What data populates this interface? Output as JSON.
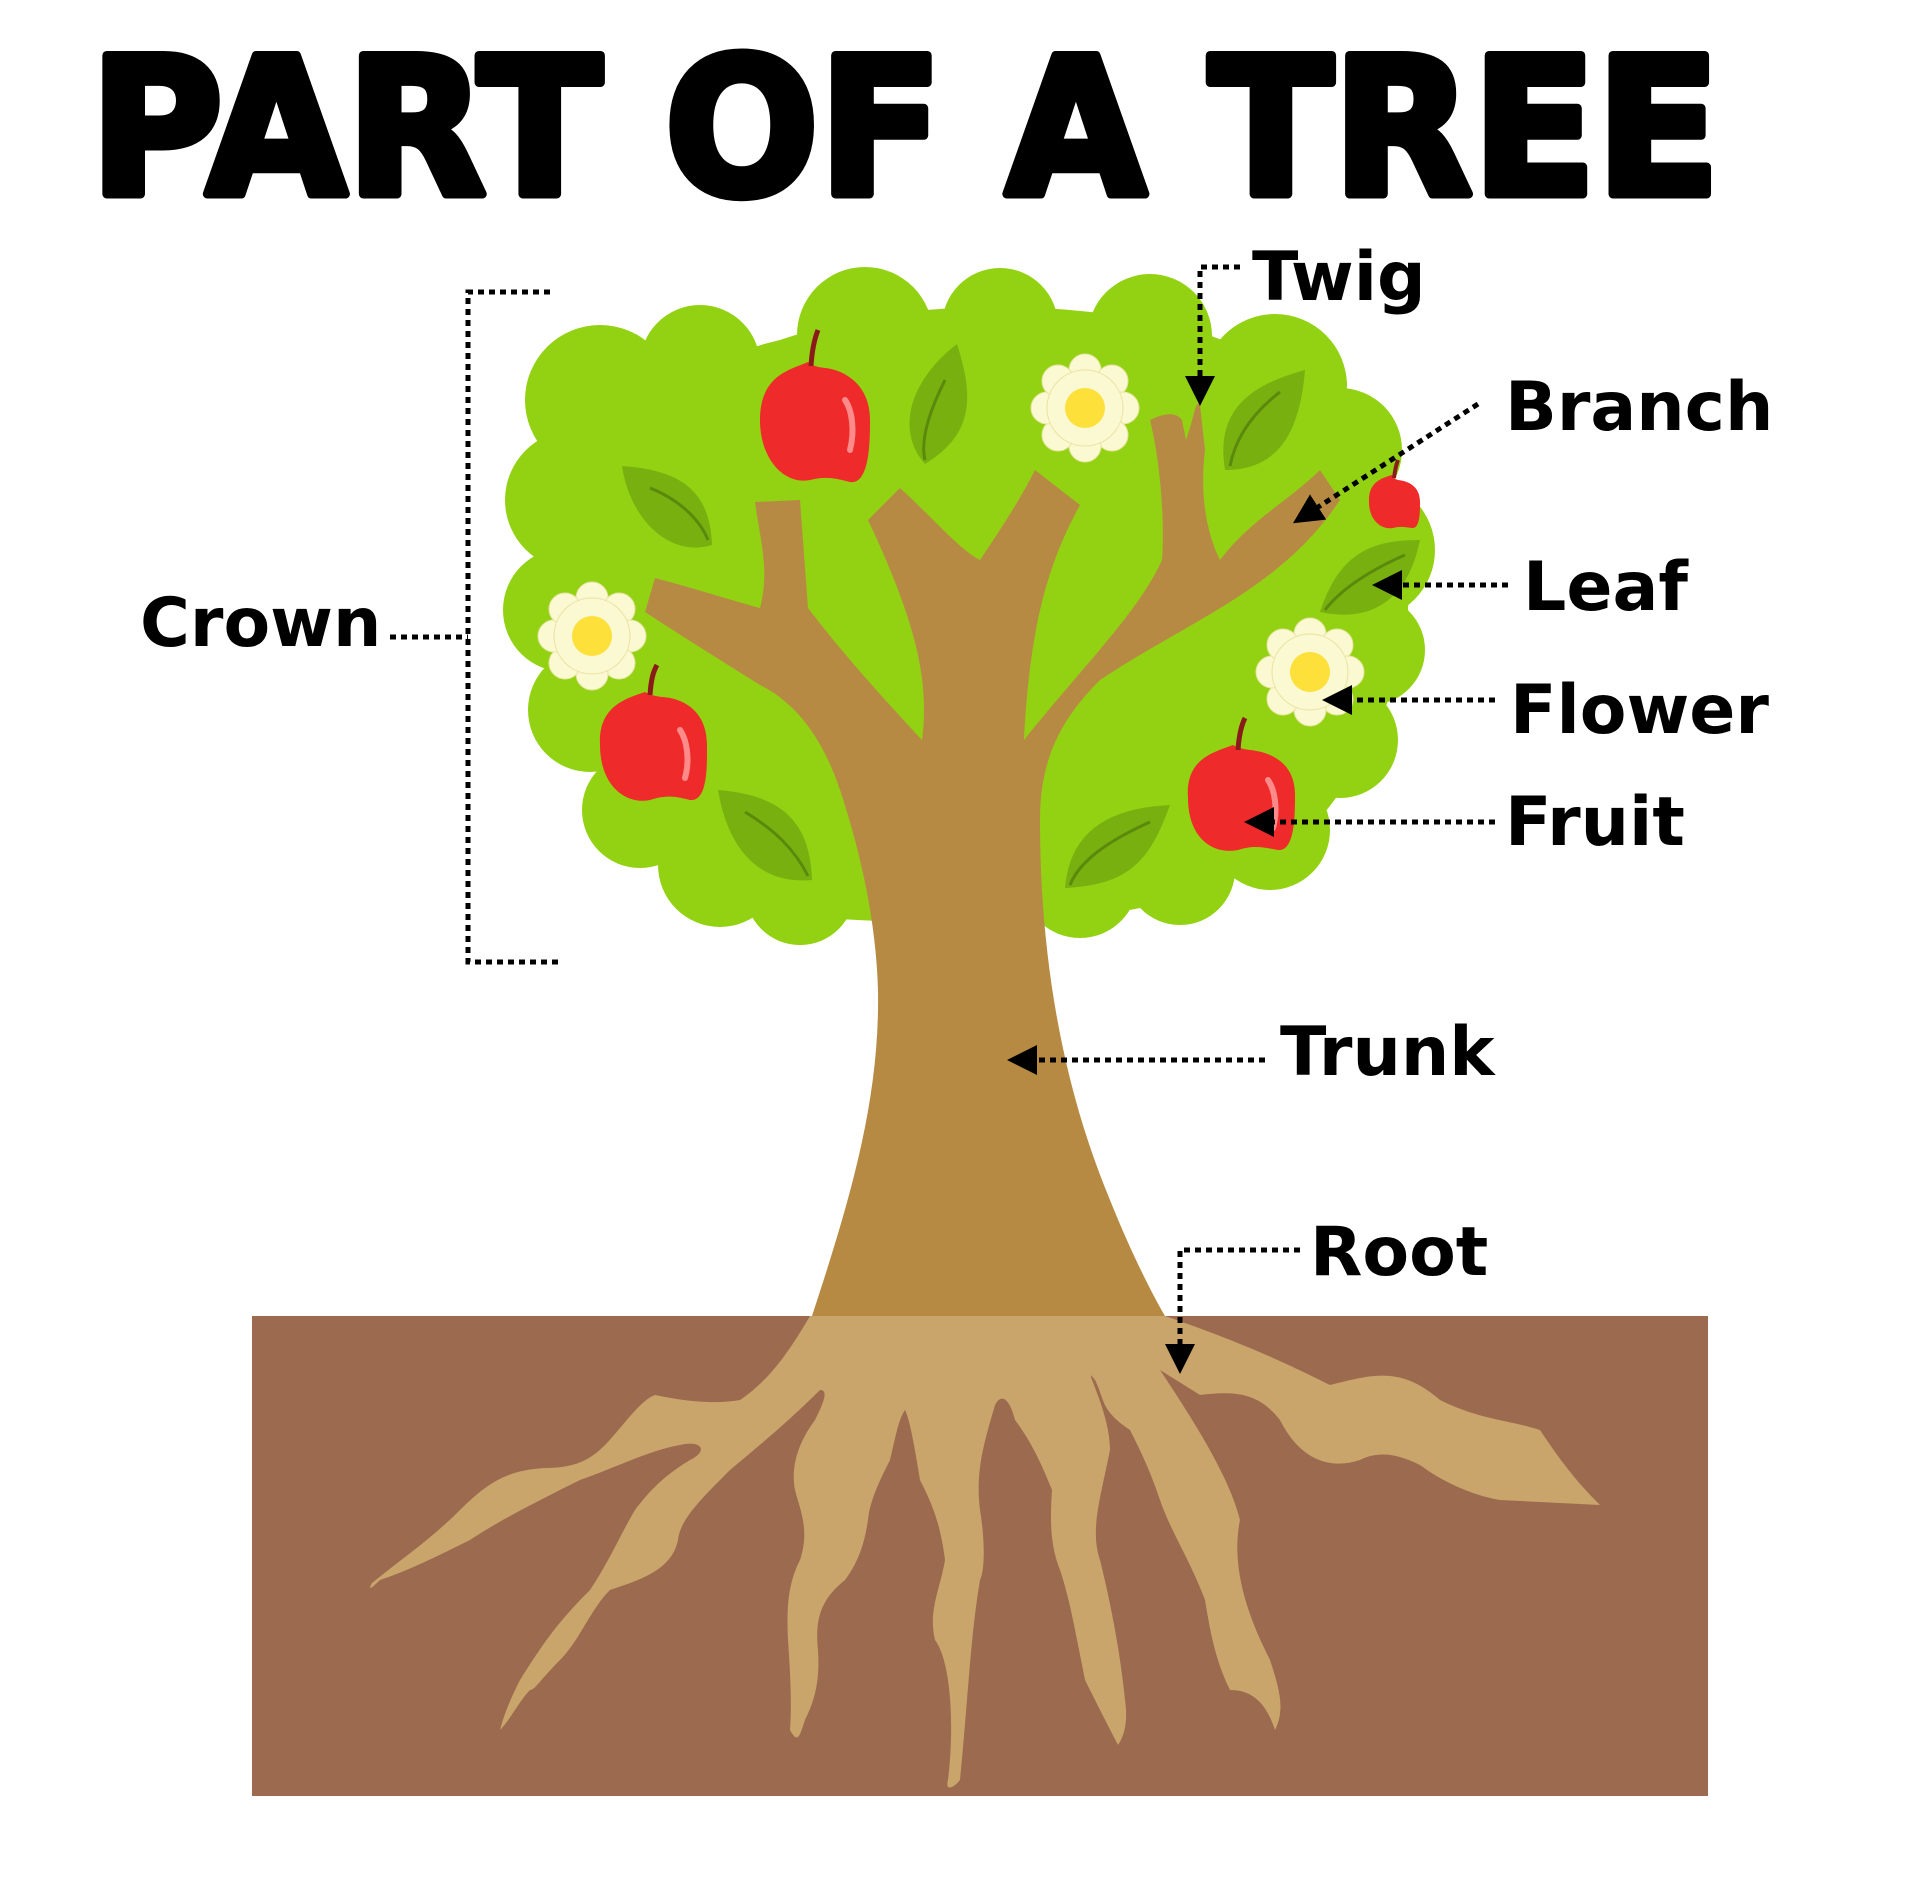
{
  "title": "PART OF A TREE",
  "labels": {
    "crown": "Crown",
    "twig": "Twig",
    "branch": "Branch",
    "leaf": "Leaf",
    "flower": "Flower",
    "fruit": "Fruit",
    "trunk": "Trunk",
    "root": "Root"
  },
  "colors": {
    "foliage": "#93d212",
    "leaf": "#78b010",
    "leaf_vein": "#5a8a0c",
    "trunk": "#b78a43",
    "roots": "#c9a46b",
    "soil": "#9b6a4f",
    "fruit": "#ee2a2a",
    "flower_petal": "#fbf9d2",
    "flower_center": "#fde03a"
  }
}
